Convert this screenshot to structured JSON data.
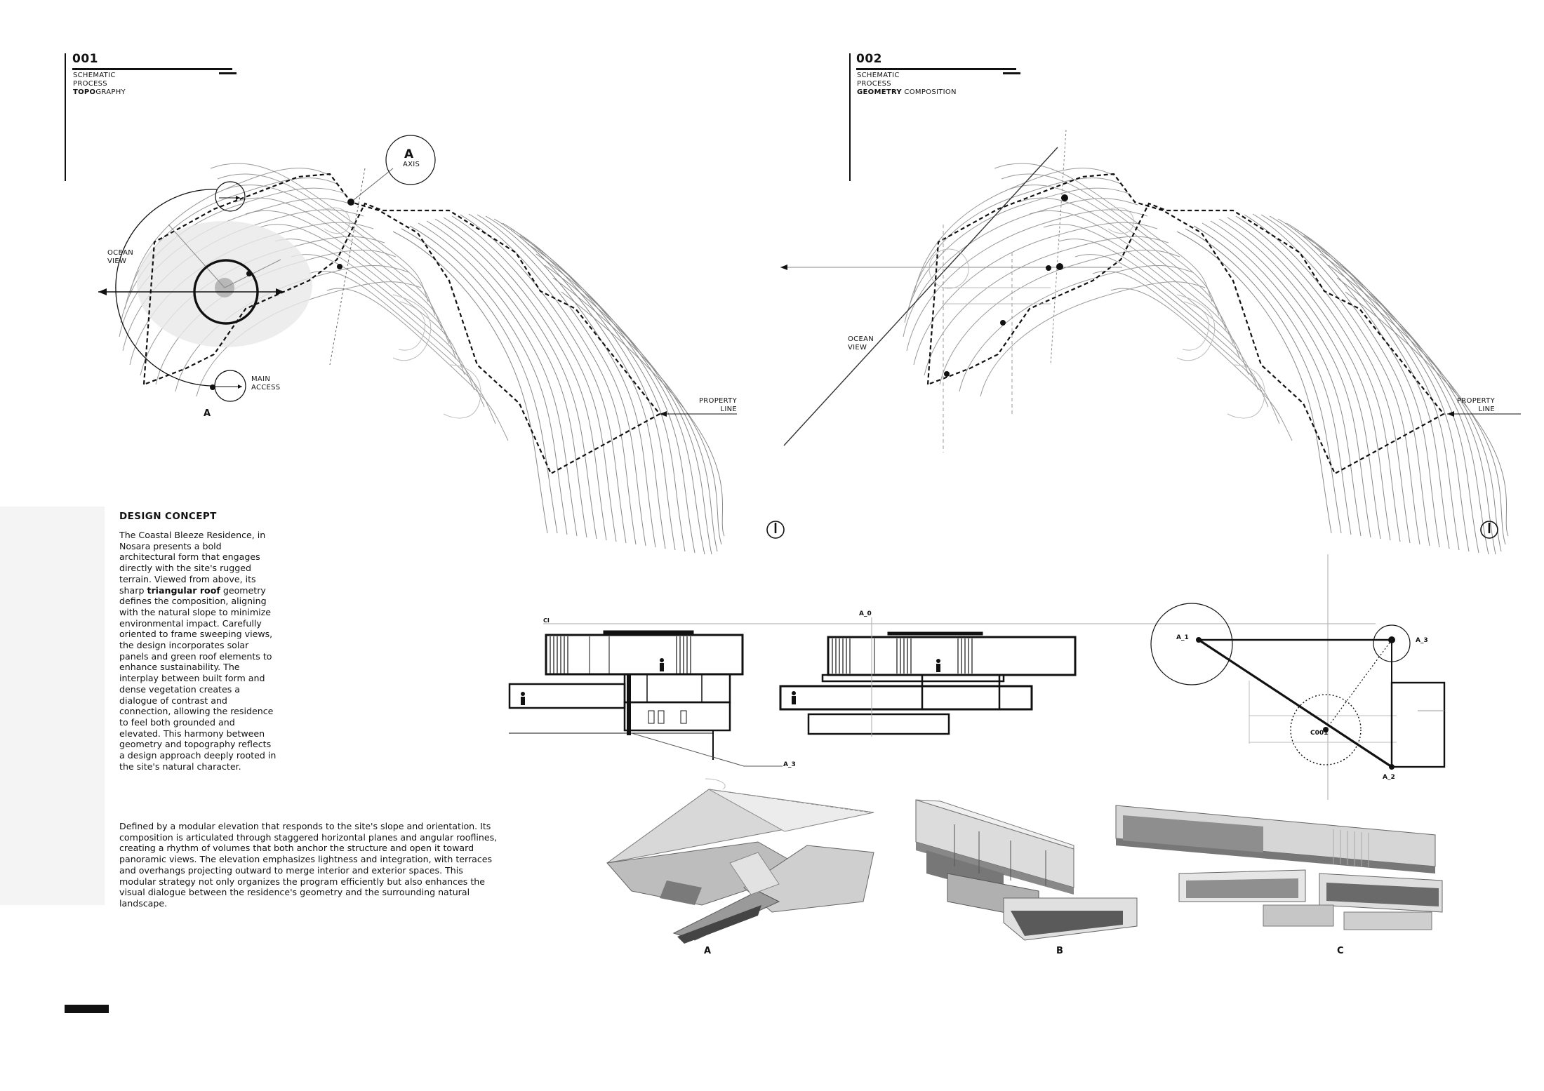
{
  "sheet": {
    "panel_001": {
      "number": "001",
      "line1": "SCHEMATIC",
      "line2": "PROCESS",
      "line3_bold": "TOPO",
      "line3_rest": "GRAPHY",
      "labels": {
        "ocean_view": [
          "OCEAN",
          "VIEW"
        ],
        "main_access": [
          "MAIN",
          "ACCESS"
        ],
        "axis_letter": "A",
        "axis_word": "AXIS",
        "section_marker": "A",
        "property_line": [
          "PROPERTY",
          "LINE"
        ]
      }
    },
    "panel_002": {
      "number": "002",
      "line1": "SCHEMATIC",
      "line2": "PROCESS",
      "line3_bold": "GEOMETRY",
      "line3_rest": " COMPOSITION",
      "labels": {
        "ocean_view": [
          "OCEAN",
          "VIEW"
        ],
        "property_line": [
          "PROPERTY",
          "LINE"
        ]
      }
    },
    "design_concept": {
      "title": "DESIGN CONCEPT",
      "para1_before": "The Coastal Bleeze Residence, in Nosara presents a bold architectural form that engages directly with the site's rugged terrain. Viewed from above, its sharp ",
      "para1_bold": "triangular roof",
      "para1_after": " geometry defines the composition, aligning with the natural slope to minimize environmental impact. Carefully oriented to frame sweeping views, the design incorporates solar panels and green roof elements to enhance sustainability. The interplay between built form and dense vegetation creates a dialogue of contrast and connection, allowing the residence to feel both grounded and elevated. This harmony between geometry and topography reflects a design approach deeply rooted in the site's natural character.",
      "para2": "Defined by a modular elevation that responds to the site's slope and orientation. Its composition is articulated through staggered horizontal planes and angular rooflines, creating a rhythm of volumes that both anchor the structure and open it toward panoramic views. The elevation emphasizes lightness and integration, with terraces and overhangs projecting outward to merge interior and exterior spaces. This modular strategy not only organizes the program efficiently but also enhances the visual dialogue between the residence's geometry and the surrounding natural landscape."
    },
    "elevations": {
      "left_tag": "CI",
      "center_tag": "A_0",
      "bottom_tag": "A_3"
    },
    "geometry": {
      "a1": "A_1",
      "a2": "A_2",
      "a3": "A_3",
      "c001": "C001"
    },
    "views": [
      "A",
      "B",
      "C"
    ]
  }
}
